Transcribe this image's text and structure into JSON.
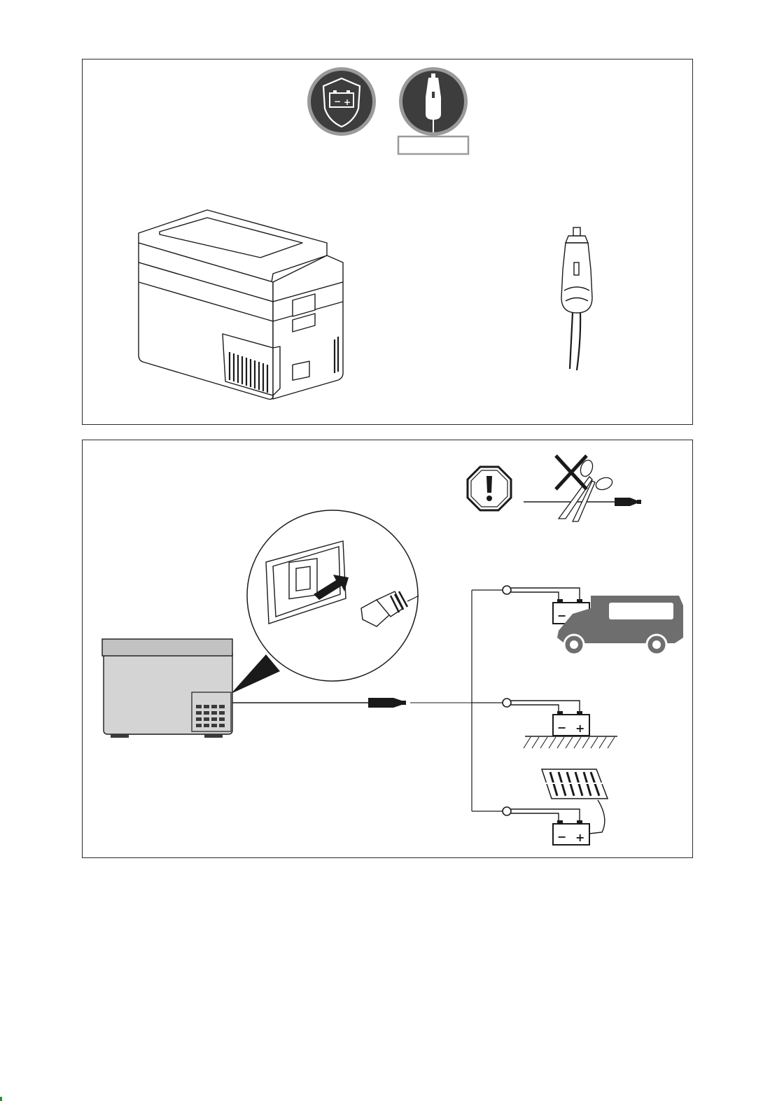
{
  "title": "",
  "battery_terminals": {
    "minus": "−",
    "plus": "+"
  },
  "icons": {
    "battery_guard": "battery-shield-icon",
    "plug": "car-plug-icon",
    "warning": "exclamation-octagon-icon",
    "no_cut": "scissors-crossed-icon"
  },
  "power_sources": [
    {
      "name": "vehicle-battery-source"
    },
    {
      "name": "stationary-battery-source"
    },
    {
      "name": "solar-battery-source"
    }
  ],
  "colors": {
    "icon_fill": "#3d3d3d",
    "icon_ring": "#9a9a9a",
    "line": "#1a1a1a",
    "fridge_fill": "#d4d4d4",
    "van_fill": "#6e6e6e"
  }
}
